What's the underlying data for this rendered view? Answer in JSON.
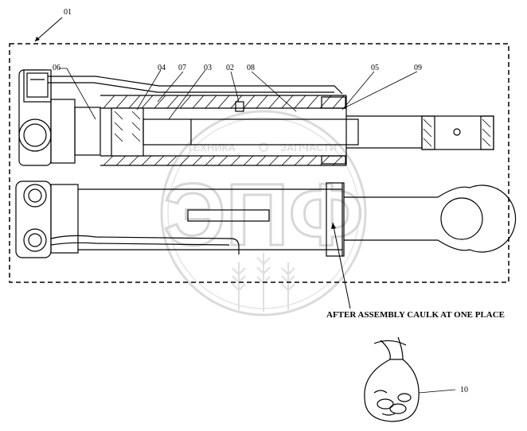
{
  "callouts": {
    "c01": "01",
    "c02": "02",
    "c03": "03",
    "c04": "04",
    "c05": "05",
    "c06": "06",
    "c07": "07",
    "c08": "08",
    "c09": "09",
    "c10": "10"
  },
  "note": "AFTER ASSEMBLY CAULK AT ONE PLACE",
  "watermark": {
    "logo_text": "ЭПФ",
    "tagline_left": "ТЕХНИКА",
    "tagline_right": "ЗАПЧАСТИ"
  },
  "colors": {
    "line": "#000000",
    "watermark": "#b8b8b8"
  }
}
